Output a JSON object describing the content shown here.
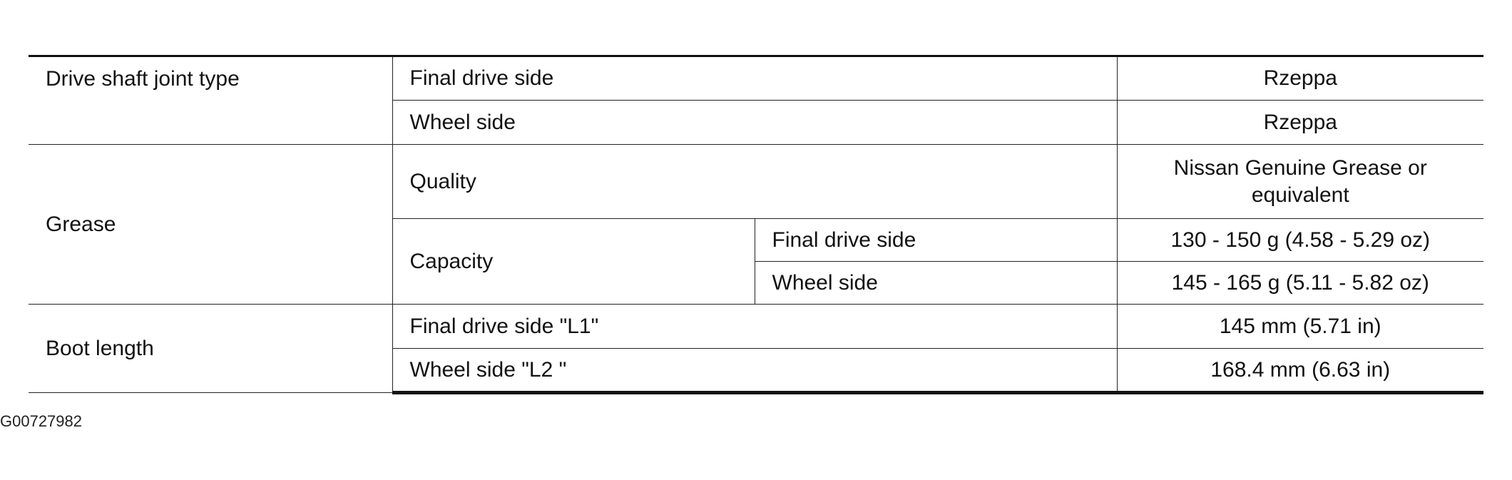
{
  "table": {
    "drive_shaft_joint_type": {
      "label": "Drive shaft joint type",
      "final_drive_side": "Final drive side",
      "final_drive_value": "Rzeppa",
      "wheel_side": "Wheel side",
      "wheel_value": "Rzeppa"
    },
    "grease": {
      "label": "Grease",
      "quality_label": "Quality",
      "quality_value": "Nissan Genuine Grease or equivalent",
      "capacity_label": "Capacity",
      "capacity_final_drive_label": "Final drive side",
      "capacity_final_drive_value": "130 - 150 g (4.58 - 5.29 oz)",
      "capacity_wheel_label": "Wheel side",
      "capacity_wheel_value": "145 - 165 g (5.11 - 5.82 oz)"
    },
    "boot_length": {
      "label": "Boot length",
      "final_drive_label": "Final drive side \"L1\"",
      "final_drive_value": "145 mm (5.71 in)",
      "wheel_label": "Wheel side \"L2 \"",
      "wheel_value": "168.4 mm (6.63 in)"
    }
  },
  "figure_id": "G00727982"
}
